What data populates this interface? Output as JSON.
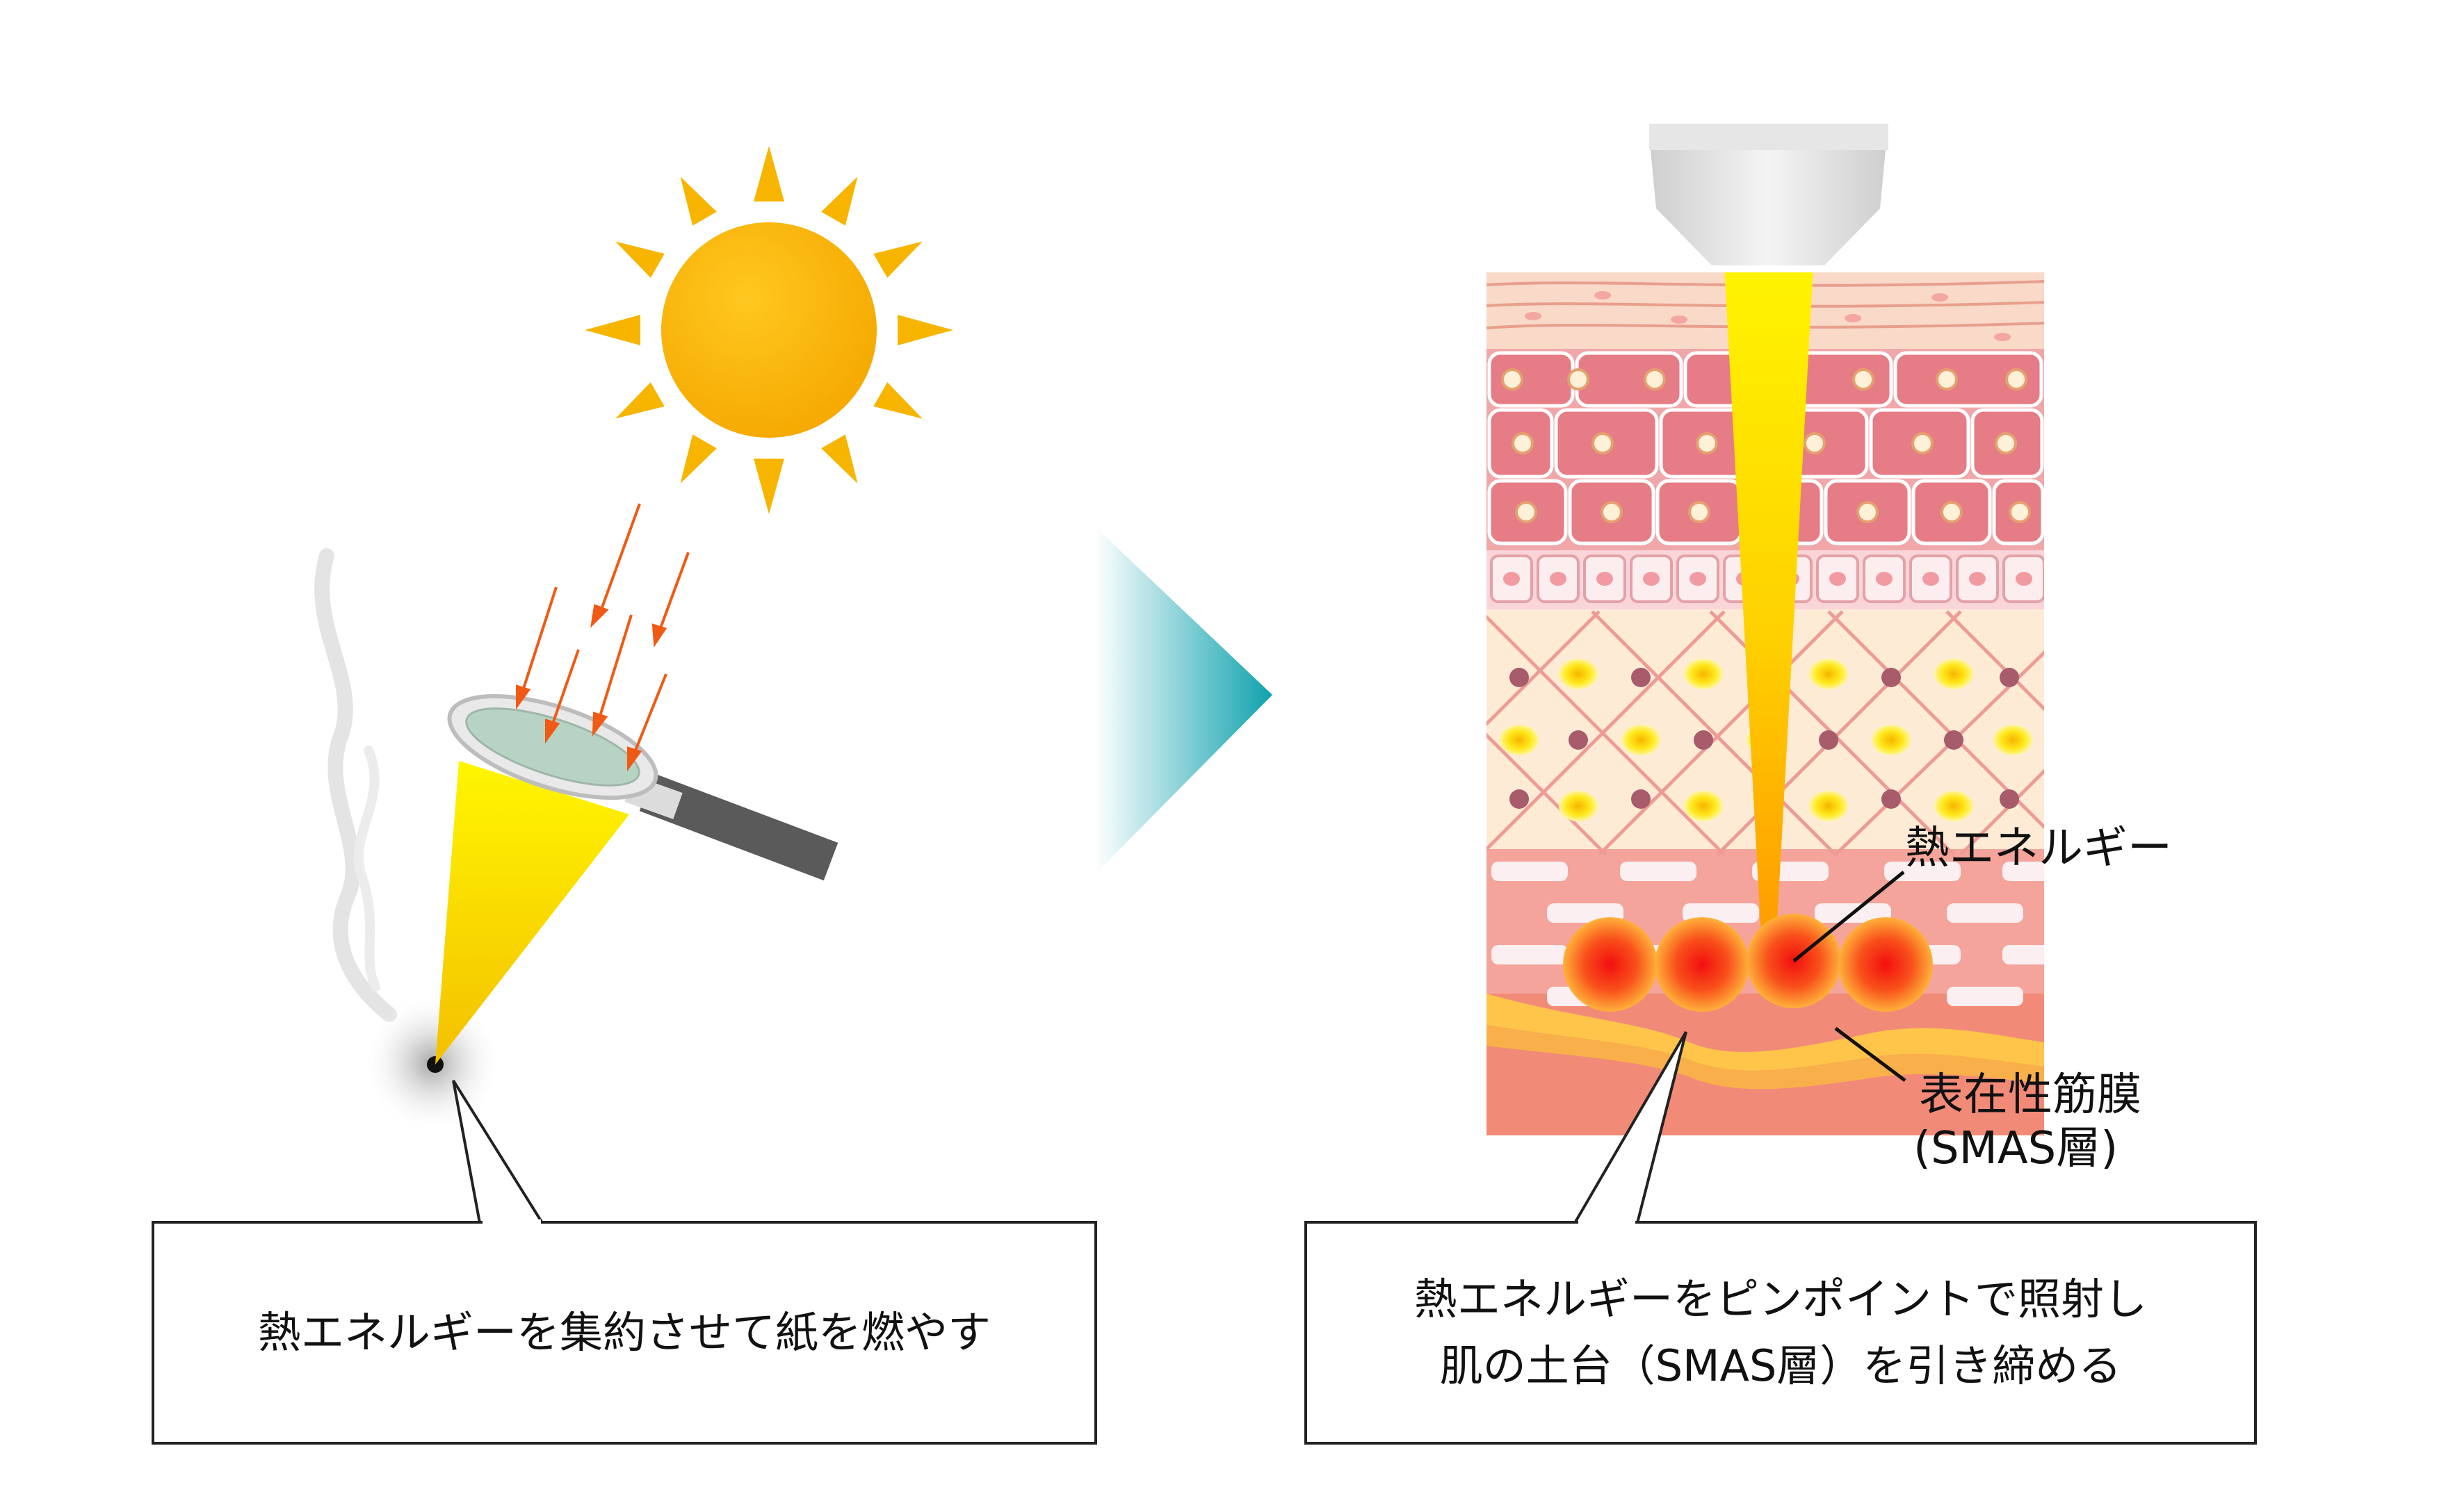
{
  "left_panel": {
    "caption": "熱エネルギーを集約させて紙を燃やす"
  },
  "right_panel": {
    "caption_line1": "熱エネルギーをピンポイントで照射し",
    "caption_line2": "肌の土台（SMAS層）を引き締める",
    "label_heat": "熱エネルギー",
    "label_smas_line1": "表在性筋膜",
    "label_smas_line2": "(SMAS層)"
  },
  "colors": {
    "sun": "#F7B500",
    "beam": "#FFF200",
    "arrow": "#F05A14",
    "transition_arrow": "#1AA6B4",
    "skin_epidermis": "#EFA0A5",
    "skin_dermis": "#FBE7CE",
    "smas": "#F28C78",
    "heat_spot": "#F5260E"
  }
}
